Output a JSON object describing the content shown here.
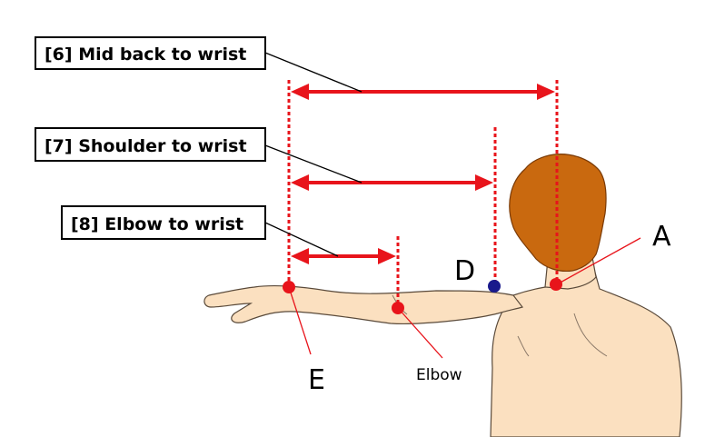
{
  "labels": {
    "mid_back_to_wrist": "[6] Mid back to wrist",
    "shoulder_to_wrist": "[7] Shoulder to wrist",
    "elbow_to_wrist": "[8] Elbow to wrist"
  },
  "points": {
    "a": "A",
    "d": "D",
    "e": "E",
    "elbow": "Elbow"
  },
  "colors": {
    "measure_red": "#e8141b",
    "point_d_blue": "#1a1a8c",
    "skin": "#fbe0c0",
    "hair": "#c9690f"
  }
}
